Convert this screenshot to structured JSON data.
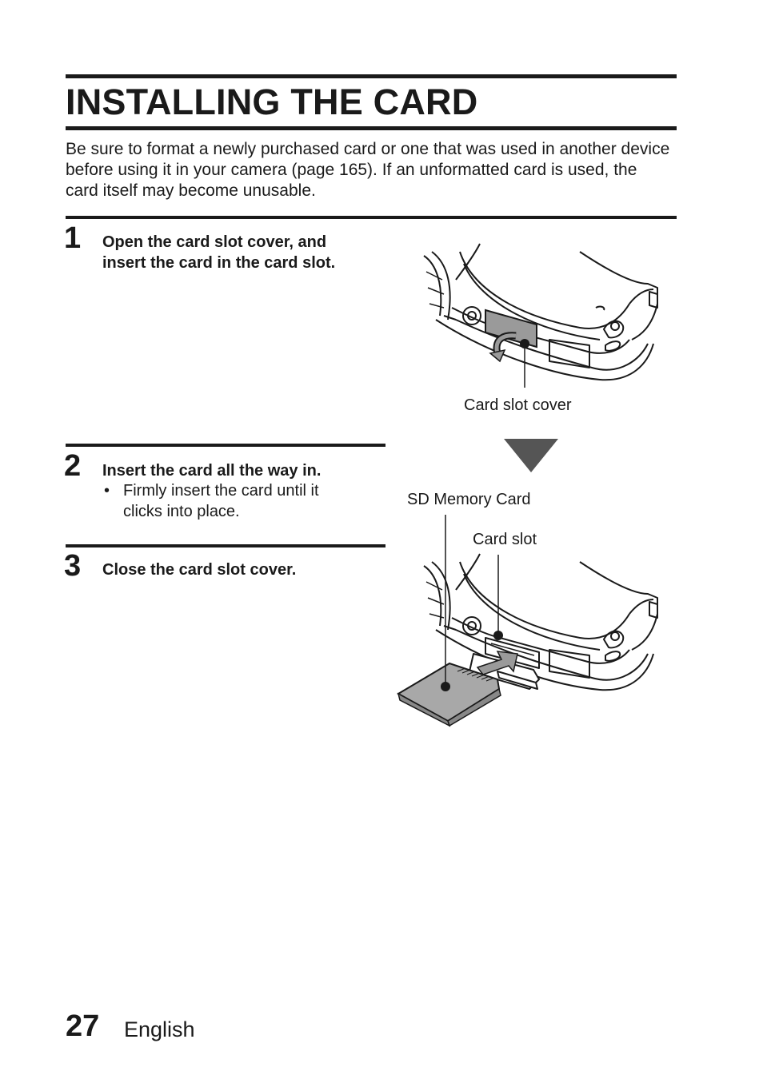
{
  "page": {
    "title": "INSTALLING THE CARD",
    "intro": "Be sure to format a newly purchased card or one that was used in another device before using it in your camera (page 165). If an unformatted card is used, the card itself may become unusable."
  },
  "steps": [
    {
      "number": "1",
      "text_line1": "Open the card slot cover, and",
      "text_line2": "insert the card in the card slot."
    },
    {
      "number": "2",
      "text": "Insert the card all the way in.",
      "bullet_mark": "•",
      "bullet_line1": "Firmly insert the card until it",
      "bullet_line2": "clicks into place."
    },
    {
      "number": "3",
      "text": "Close the card slot cover."
    }
  ],
  "figure": {
    "label_cover": "Card slot cover",
    "label_card": "SD Memory Card",
    "label_slot": "Card slot"
  },
  "footer": {
    "page_number": "27",
    "language": "English"
  }
}
